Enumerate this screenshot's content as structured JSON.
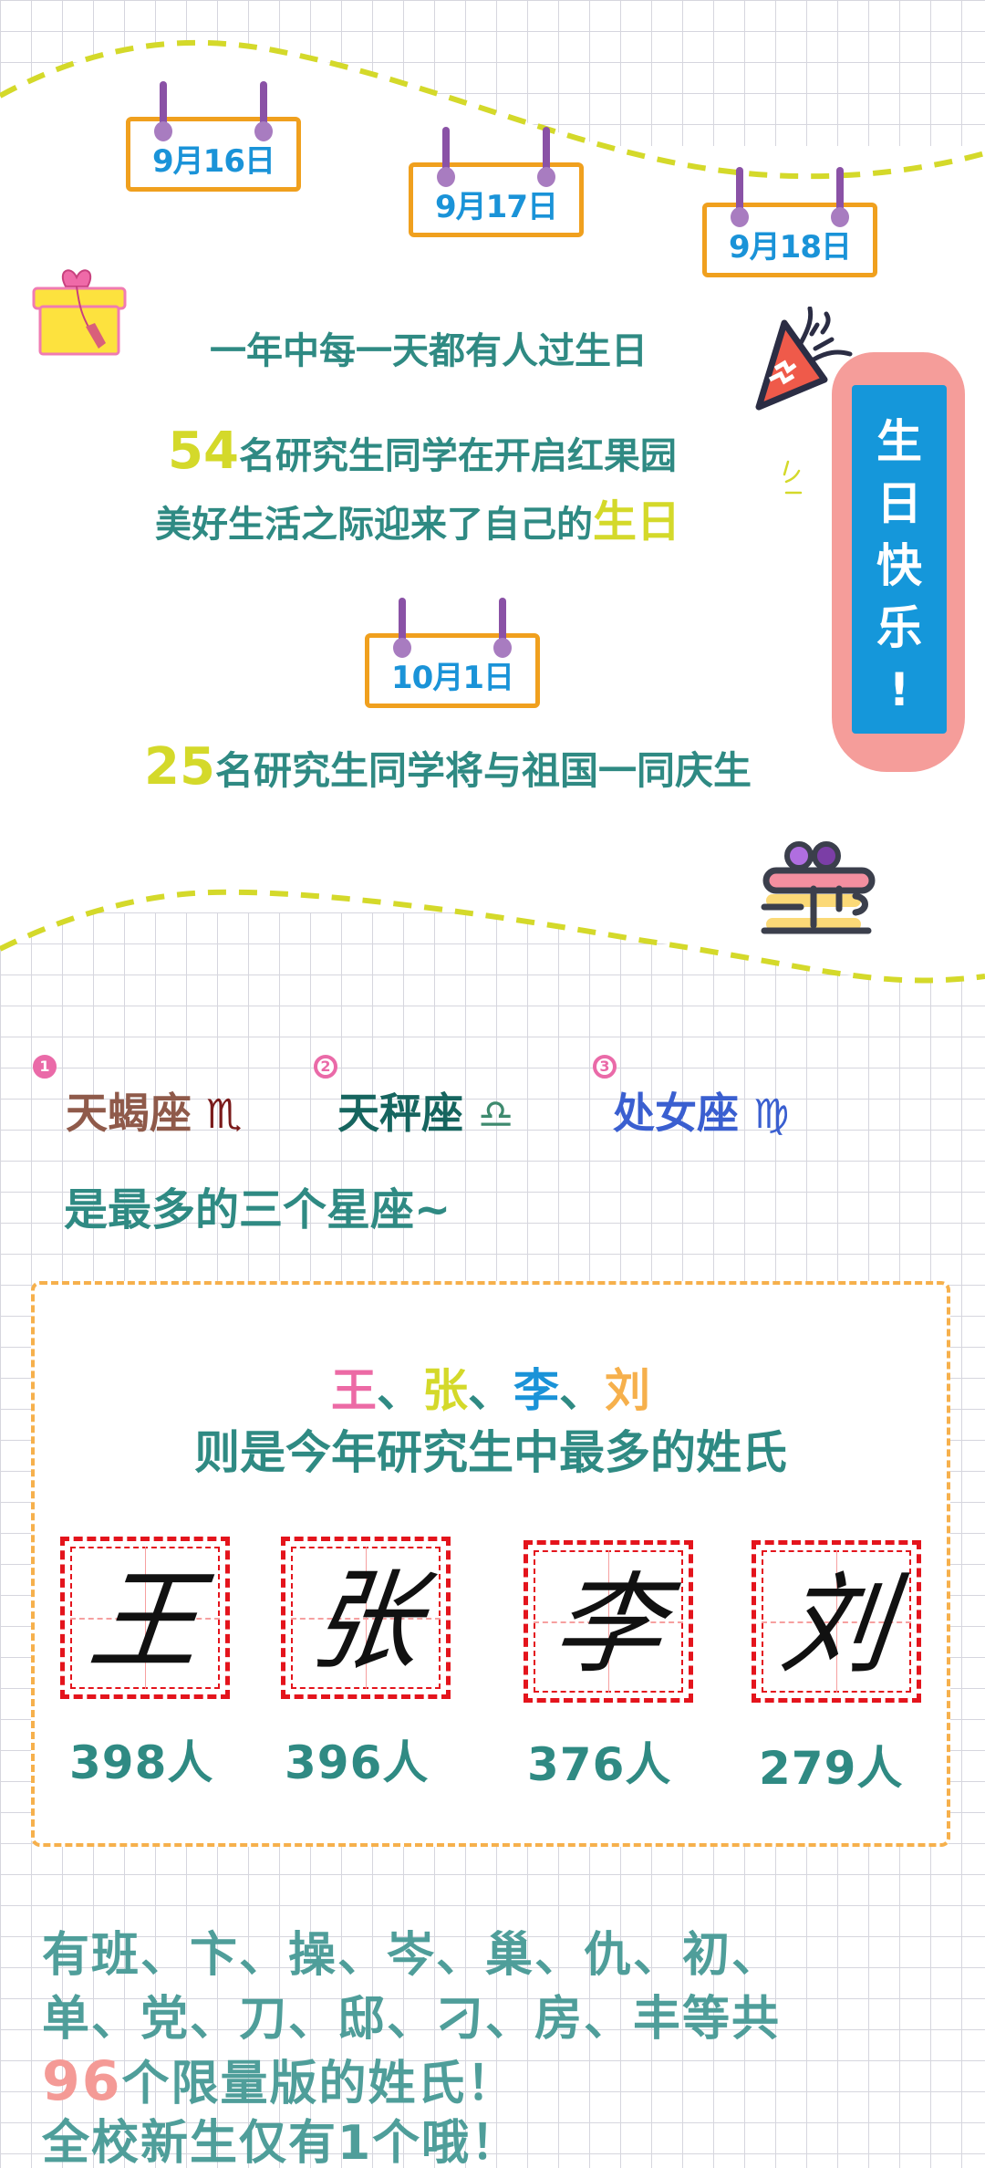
{
  "colors": {
    "teal": "#2f8a83",
    "lime": "#d4d92a",
    "calendar_border": "#f0a01e",
    "calendar_text": "#1a93d8",
    "ring": "#8a52a6",
    "banner_outer": "#f59d9a",
    "banner_inner": "#1597da",
    "pink": "#ea6aa8",
    "box_border": "#f6b04c",
    "seal_red": "#e4141c",
    "coral_number": "#f49a96"
  },
  "birthday": {
    "calendars": [
      {
        "date": "9月16日"
      },
      {
        "date": "9月17日"
      },
      {
        "date": "9月18日"
      },
      {
        "date": "10月1日"
      }
    ],
    "headline": "一年中每一天都有人过生日",
    "sept_count": "54",
    "sept_line1_rest": "名研究生同学在开启红果园",
    "sept_line2_prefix": "美好生活之际迎来了自己的",
    "sept_line2_highlight": "生日",
    "oct_count": "25",
    "oct_line_rest": "名研究生同学将与祖国一同庆生",
    "banner_chars": [
      "生",
      "日",
      "快",
      "乐",
      "!"
    ],
    "icons": [
      "gift-icon",
      "party-popper-icon",
      "cake-icon"
    ]
  },
  "zodiac": {
    "items": [
      {
        "rank": "1",
        "name": "天蝎座",
        "symbol": "♏",
        "color": "#8f5a4a",
        "symbol_color": "#7a1a1a"
      },
      {
        "rank": "2",
        "name": "天秤座",
        "symbol": "♎",
        "color": "#16655f",
        "symbol_color": "#3e8a6e"
      },
      {
        "rank": "3",
        "name": "处女座",
        "symbol": "♍",
        "color": "#3a5fd0",
        "symbol_color": "#3a5fd0"
      }
    ],
    "summary": "是最多的三个星座~"
  },
  "surnames": {
    "top": [
      {
        "char": "王",
        "color": "#ec6aa5",
        "count": "398人"
      },
      {
        "char": "张",
        "color": "#d4d92a",
        "count": "396人"
      },
      {
        "char": "李",
        "color": "#1a93d8",
        "count": "376人"
      },
      {
        "char": "刘",
        "color": "#f6b04c",
        "count": "279人"
      }
    ],
    "separator": "、",
    "subtitle": "则是今年研究生中最多的姓氏"
  },
  "rare": {
    "line1": "有班、卞、操、岑、巢、仇、初、",
    "line2": "单、党、刀、邸、刁、房、丰等共",
    "count": "96",
    "line3_rest": "个限量版的姓氏！",
    "line4": "全校新生仅有1个哦！"
  }
}
